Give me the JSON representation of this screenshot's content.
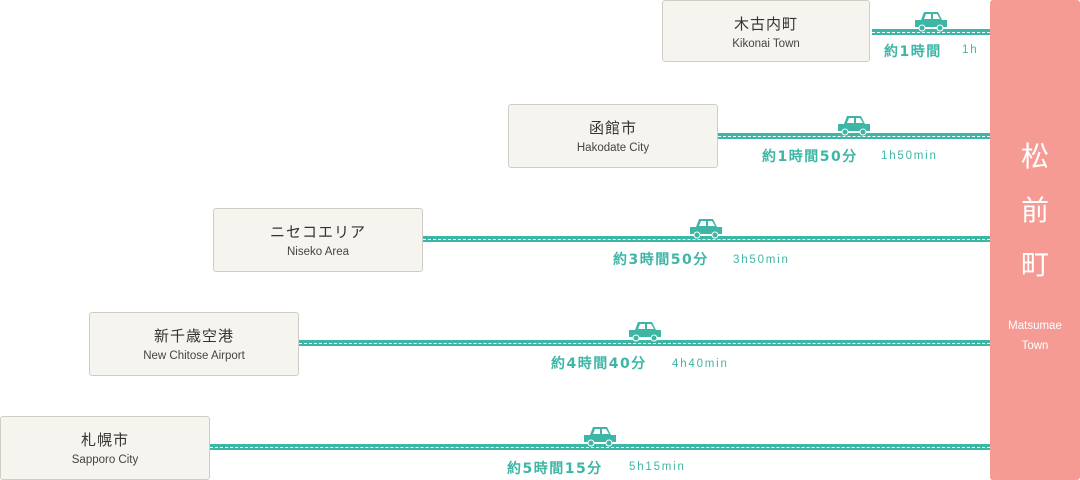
{
  "town": {
    "ja": [
      "松",
      "前",
      "町"
    ],
    "en": [
      "Matsumae",
      "Town"
    ]
  },
  "routes": [
    {
      "ja": "木古内町",
      "en": "Kikonai Town",
      "time_ja": "約1時間",
      "time_en": "1h",
      "rail_icon": true
    },
    {
      "ja": "函館市",
      "en": "Hakodate City",
      "time_ja": "約1時間50分",
      "time_en": "1h50min"
    },
    {
      "ja": "ニセコエリア",
      "en": "Niseko Area",
      "time_ja": "約3時間50分",
      "time_en": "3h50min"
    },
    {
      "ja": "新千歳空港",
      "en": "New Chitose Airport",
      "time_ja": "約4時間40分",
      "time_en": "4h40min"
    },
    {
      "ja": "札幌市",
      "en": "Sapporo City",
      "time_ja": "約5時間15分",
      "time_en": "5h15min"
    }
  ],
  "colors": {
    "route": "#3db6a5",
    "town": "#f59b94",
    "box": "#f5f4ef",
    "train": "#b57cc1"
  }
}
